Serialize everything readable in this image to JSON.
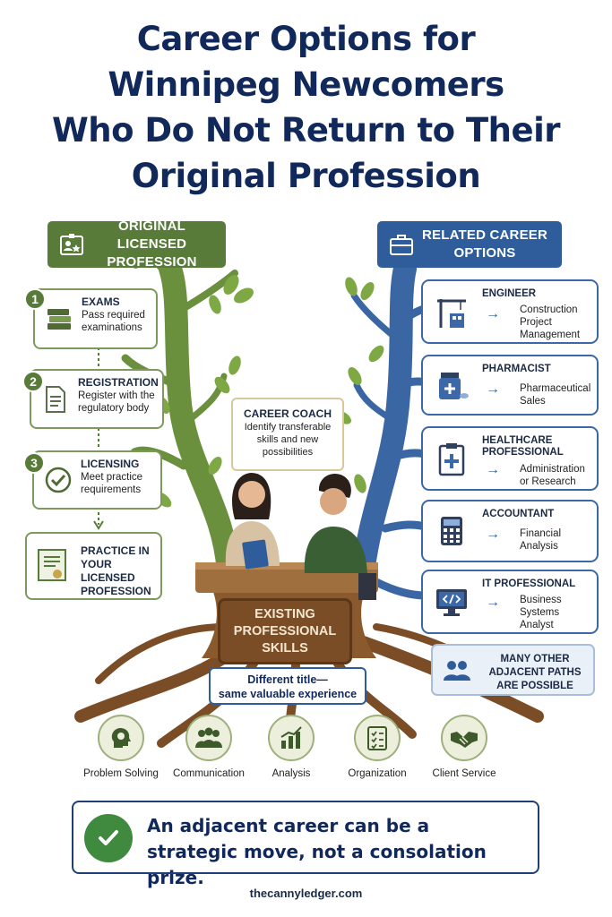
{
  "title": {
    "lines": [
      "Career Options for",
      "Winnipeg Newcomers",
      "Who Do Not Return to Their",
      "Original Profession"
    ]
  },
  "left_header": {
    "label_line1": "ORIGINAL LICENSED",
    "label_line2": "PROFESSION",
    "icon": "id-badge-icon"
  },
  "right_header": {
    "label_line1": "RELATED CAREER",
    "label_line2": "OPTIONS",
    "icon": "briefcase-icon"
  },
  "steps": [
    {
      "number": "1",
      "title": "EXAMS",
      "desc_line1": "Pass required",
      "desc_line2": "examinations",
      "icon": "books-icon"
    },
    {
      "number": "2",
      "title": "REGISTRATION",
      "desc_line1": "Register with the",
      "desc_line2": "regulatory body",
      "icon": "document-icon"
    },
    {
      "number": "3",
      "title": "LICENSING",
      "desc_line1": "Meet practice",
      "desc_line2": "requirements",
      "icon": "checkmark-icon"
    },
    {
      "title_line1": "PRACTICE IN",
      "title_line2": "YOUR LICENSED",
      "title_line3": "PROFESSION",
      "icon": "certificate-icon"
    }
  ],
  "careers": [
    {
      "title": "ENGINEER",
      "desc": [
        "Construction",
        "Project",
        "Management"
      ],
      "icon": "crane-icon"
    },
    {
      "title": "PHARMACIST",
      "desc": [
        "Pharmaceutical",
        "Sales"
      ],
      "icon": "pill-bottle-icon"
    },
    {
      "title": "HEALTHCARE",
      "title2": "PROFESSIONAL",
      "desc": [
        "Administration",
        "or Research"
      ],
      "icon": "medical-clipboard-icon"
    },
    {
      "title": "ACCOUNTANT",
      "desc": [
        "Financial",
        "Analysis"
      ],
      "icon": "calculator-icon"
    },
    {
      "title": "IT PROFESSIONAL",
      "desc": [
        "Business",
        "Systems",
        "Analyst"
      ],
      "icon": "code-monitor-icon"
    }
  ],
  "adjacent": {
    "lines": [
      "MANY OTHER",
      "ADJACENT PATHS",
      "ARE POSSIBLE"
    ],
    "icon": "people-icon"
  },
  "coach": {
    "title": "CAREER COACH",
    "desc_line1": "Identify transferable",
    "desc_line2": "skills and new",
    "desc_line3": "possibilities"
  },
  "roots_sign": {
    "line1": "EXISTING",
    "line2": "PROFESSIONAL",
    "line3": "SKILLS"
  },
  "tagline": {
    "line1": "Different title—",
    "line2": "same valuable experience"
  },
  "skills": [
    {
      "label": "Problem Solving",
      "icon": "head-gear-icon"
    },
    {
      "label": "Communication",
      "icon": "group-icon"
    },
    {
      "label": "Analysis",
      "icon": "bar-chart-icon"
    },
    {
      "label": "Organization",
      "icon": "checklist-icon"
    },
    {
      "label": "Client Service",
      "icon": "handshake-icon"
    }
  ],
  "callout": {
    "line1": "An adjacent career can be a",
    "line2": "strategic move, not a consolation prize."
  },
  "footer": "thecannyledger.com",
  "colors": {
    "navy": "#11285a",
    "green": "#587b3a",
    "blue": "#2f5d9c",
    "brown": "#7a4d26"
  }
}
